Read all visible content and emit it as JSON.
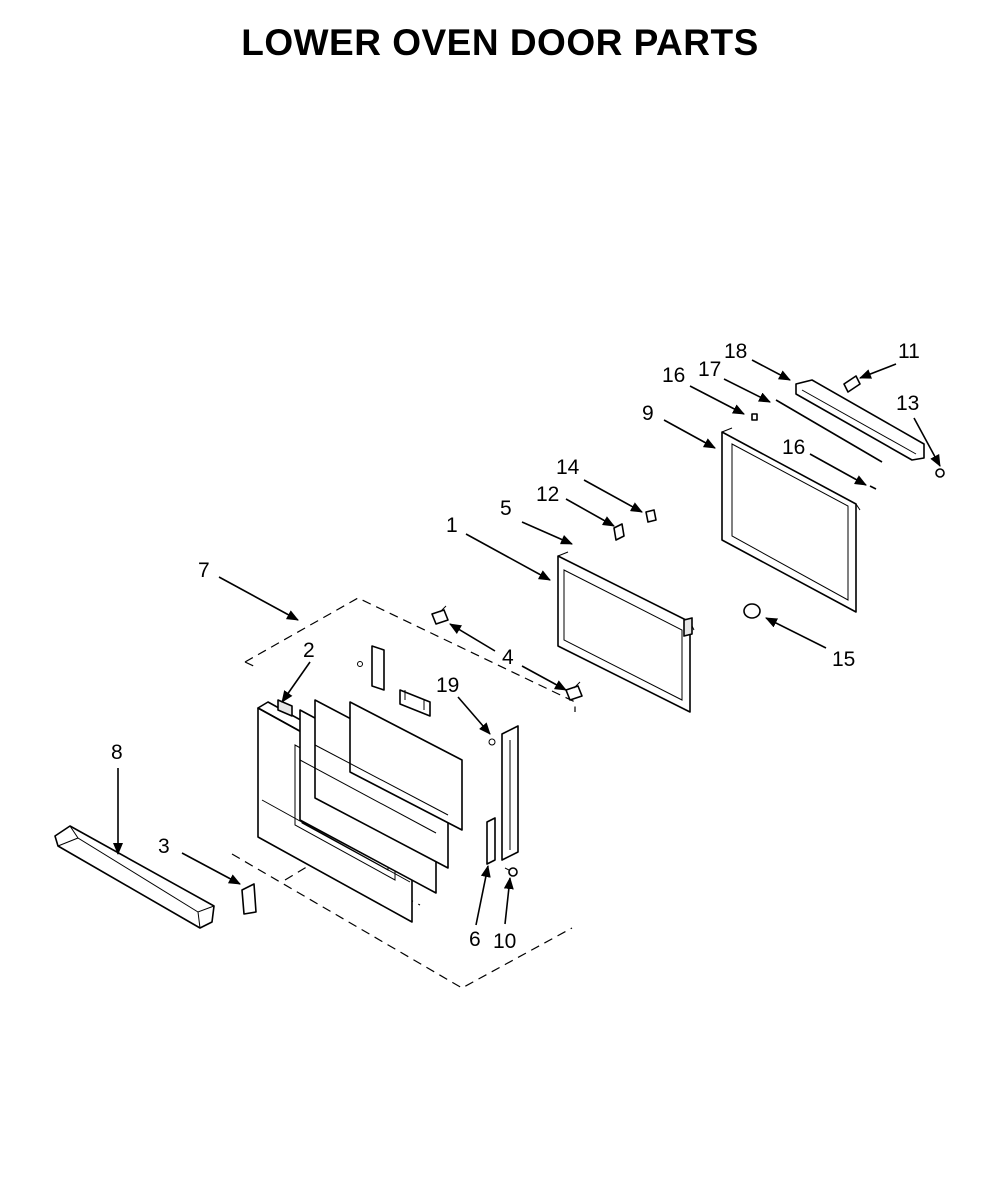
{
  "title": "LOWER OVEN DOOR PARTS",
  "callouts": [
    {
      "id": "c1",
      "label": "1"
    },
    {
      "id": "c2",
      "label": "2"
    },
    {
      "id": "c3",
      "label": "3"
    },
    {
      "id": "c4",
      "label": "4"
    },
    {
      "id": "c5",
      "label": "5"
    },
    {
      "id": "c6",
      "label": "6"
    },
    {
      "id": "c7",
      "label": "7"
    },
    {
      "id": "c8",
      "label": "8"
    },
    {
      "id": "c9",
      "label": "9"
    },
    {
      "id": "c10",
      "label": "10"
    },
    {
      "id": "c11",
      "label": "11"
    },
    {
      "id": "c12",
      "label": "12"
    },
    {
      "id": "c13",
      "label": "13"
    },
    {
      "id": "c14",
      "label": "14"
    },
    {
      "id": "c15",
      "label": "15"
    },
    {
      "id": "c16a",
      "label": "16"
    },
    {
      "id": "c16b",
      "label": "16"
    },
    {
      "id": "c17",
      "label": "17"
    },
    {
      "id": "c18",
      "label": "18"
    },
    {
      "id": "c19",
      "label": "19"
    }
  ]
}
